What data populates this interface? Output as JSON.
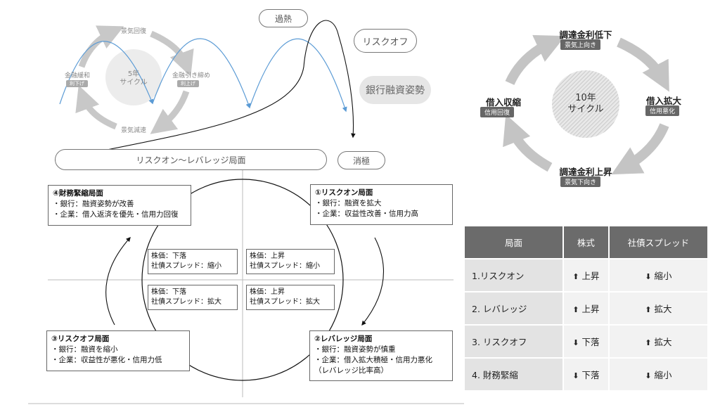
{
  "top_left": {
    "cycle_center": "5年\nサイクル",
    "nodes": {
      "top": "景気回復",
      "right": "金融引き締め",
      "right_tag": "利上げ",
      "bottom": "景気減速",
      "left": "金融緩和",
      "left_tag": "利下げ"
    },
    "overheat": "過熱",
    "risk_off": "リスクオフ",
    "bank_lending": "銀行融資姿勢",
    "risk_on_bar": "リスクオン〜レバレッジ局面",
    "passive": "消極"
  },
  "phases": {
    "q1": {
      "title": "①リスクオン局面",
      "lines": [
        "・銀行：融資を拡大",
        "・企業：収益性改善・信用力高"
      ]
    },
    "q2": {
      "title": "②レバレッジ局面",
      "lines": [
        "・銀行：融資姿勢が慎重",
        "・企業：借入拡大積極・信用力悪化",
        "（レバレッジ比率高）"
      ]
    },
    "q3": {
      "title": "③リスクオフ局面",
      "lines": [
        "・銀行：融資を縮小",
        "・企業：収益性が悪化・信用力低"
      ]
    },
    "q4": {
      "title": "④財務緊縮局面",
      "lines": [
        "・銀行：融資姿勢が改善",
        "・企業：借入返済を優先・信用力回復"
      ]
    }
  },
  "inner_boxes": {
    "tl": [
      "株価：下落",
      "社債スプレッド：縮小"
    ],
    "tr": [
      "株価：上昇",
      "社債スプレッド：縮小"
    ],
    "bl": [
      "株価：下落",
      "社債スプレッド：拡大"
    ],
    "br": [
      "株価：上昇",
      "社債スプレッド：拡大"
    ]
  },
  "right_cycle": {
    "center": "10年\nサイクル",
    "top": "調達金利低下",
    "top_tag": "景気上向き",
    "right": "借入拡大",
    "right_tag": "信用悪化",
    "bottom": "調達金利上昇",
    "bottom_tag": "景気下向き",
    "left": "借入収縮",
    "left_tag": "信用回復"
  },
  "table": {
    "headers": [
      "局面",
      "株式",
      "社債スプレッド"
    ],
    "rows": [
      {
        "phase": "1.リスクオン",
        "stock": "上昇",
        "stock_dir": "up",
        "spread": "縮小",
        "spread_dir": "down"
      },
      {
        "phase": "2. レバレッジ",
        "stock": "上昇",
        "stock_dir": "up",
        "spread": "拡大",
        "spread_dir": "up"
      },
      {
        "phase": "3. リスクオフ",
        "stock": "下落",
        "stock_dir": "down",
        "spread": "拡大",
        "spread_dir": "up"
      },
      {
        "phase": "4. 財務緊縮",
        "stock": "下落",
        "stock_dir": "down",
        "spread": "縮小",
        "spread_dir": "down"
      }
    ]
  },
  "colors": {
    "blue_arrow": "#5b9bd5",
    "gray_arrow": "#c8c8c8",
    "header_bg": "#6b6b6b"
  }
}
